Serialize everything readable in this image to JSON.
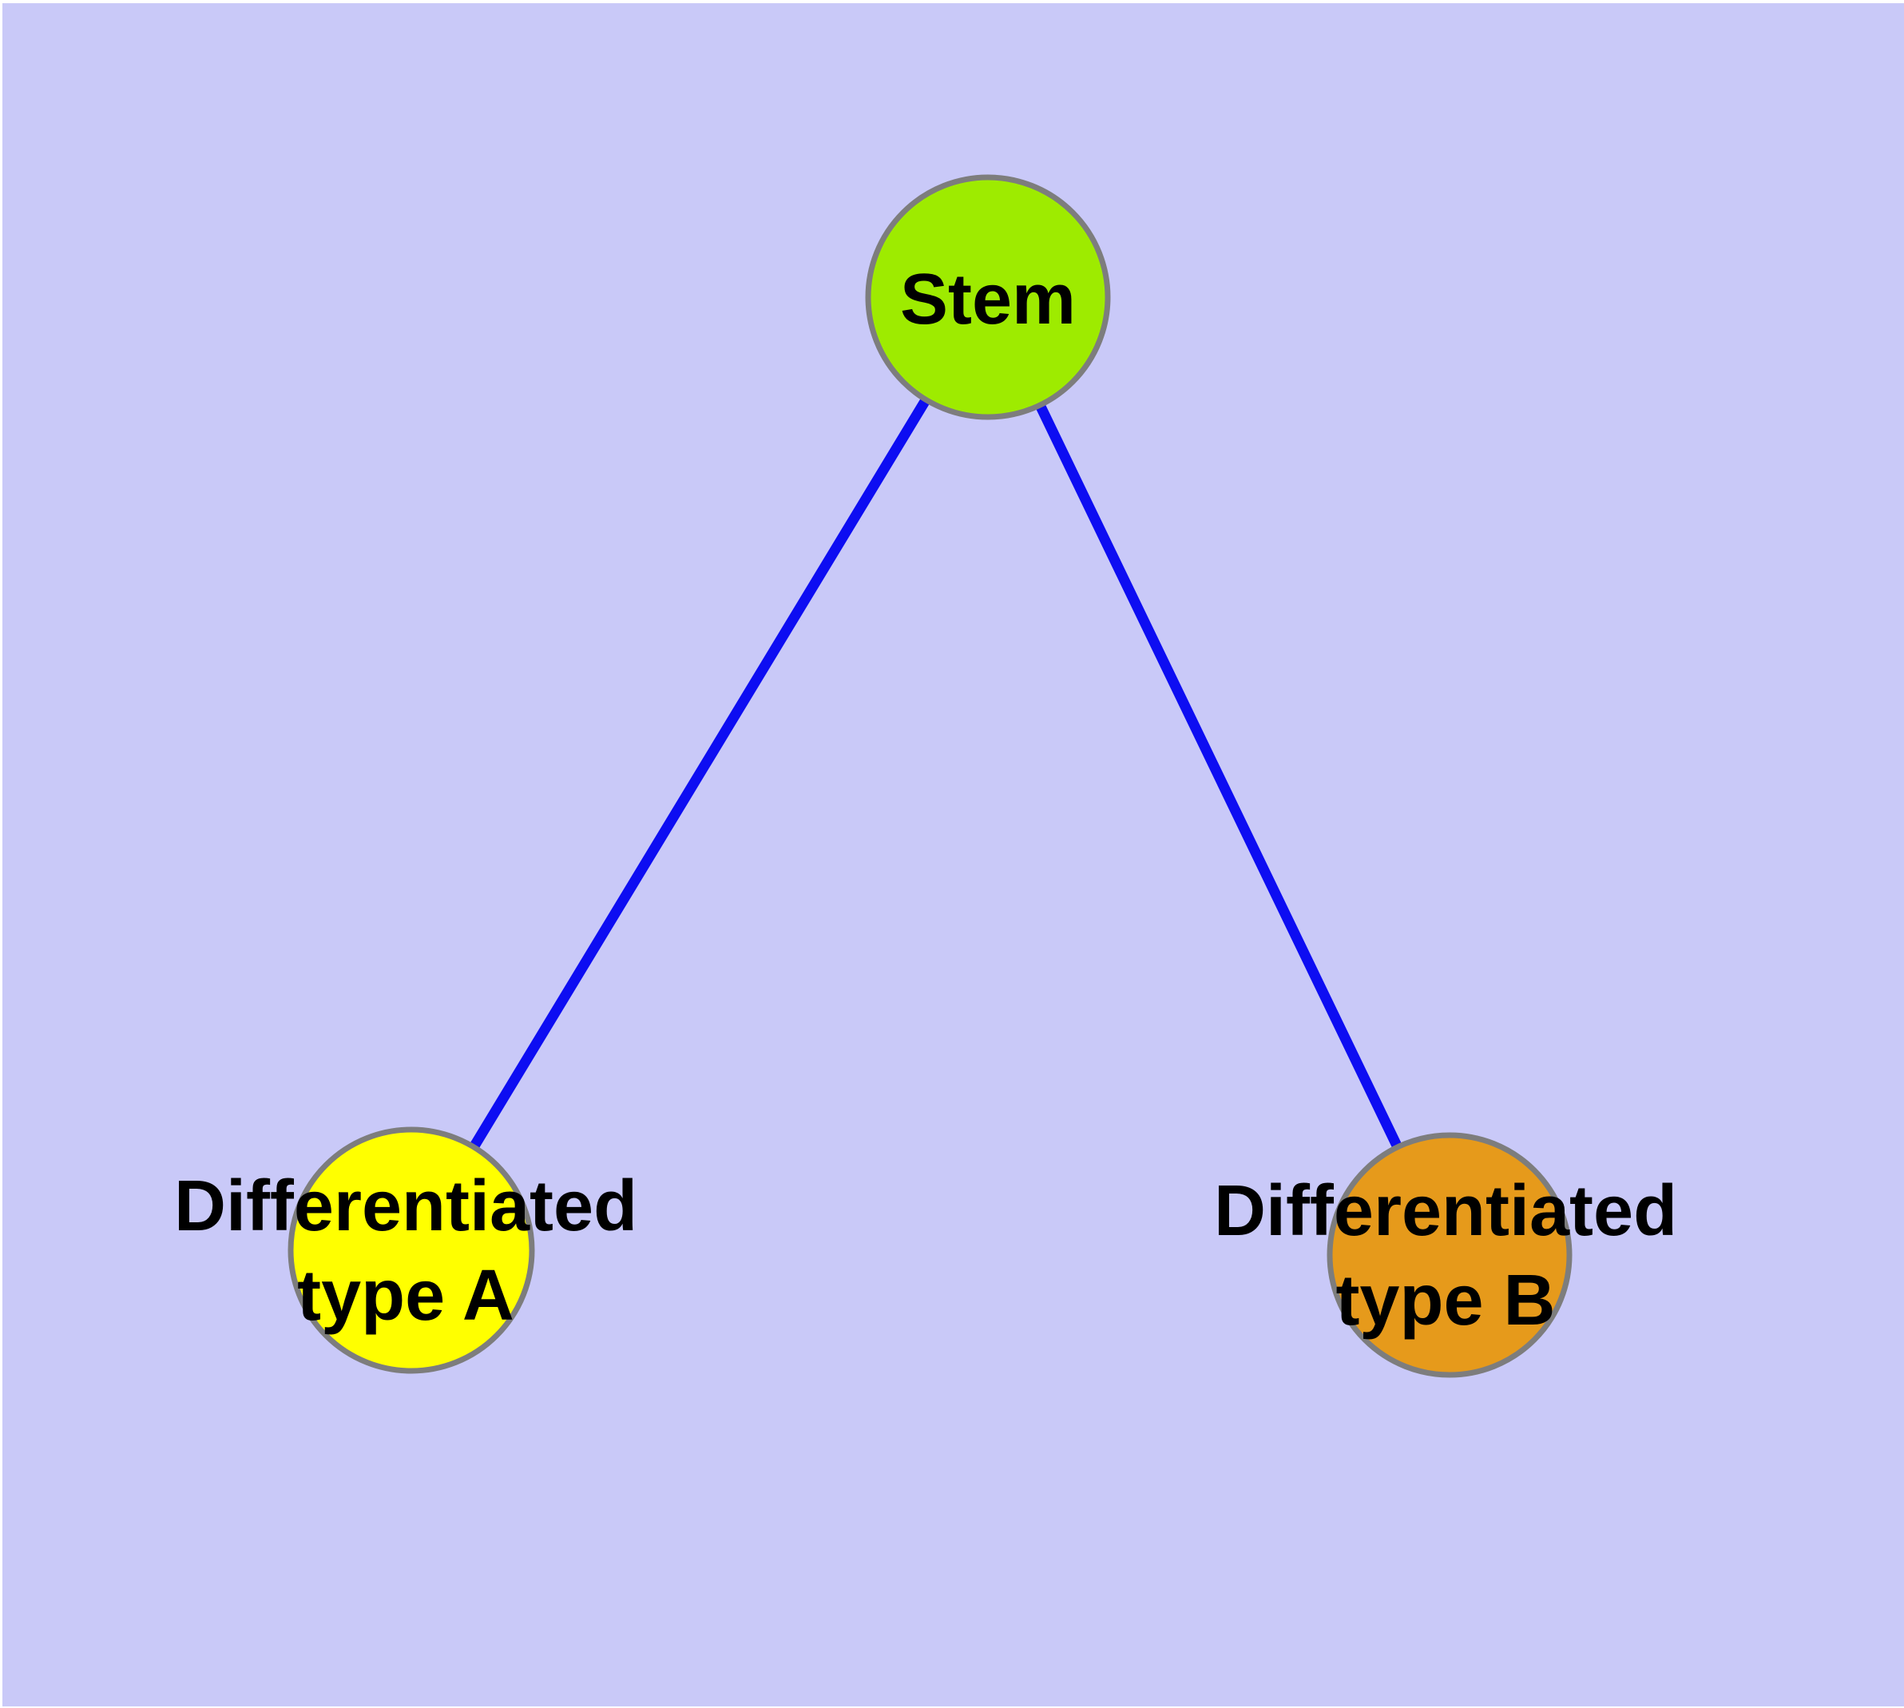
{
  "diagram": {
    "background_color": "#C9C9F8",
    "margin_color": "#FFFFFF",
    "edge_color": "#0D0DF2",
    "node_border_color": "#7D7D7D",
    "label_color": "#000000",
    "nodes": [
      {
        "id": "stem",
        "label": "Stem",
        "fill": "#9EEB00"
      },
      {
        "id": "differentiated-type-a",
        "label": "Differentiated\ntype A",
        "fill": "#FFFF00"
      },
      {
        "id": "differentiated-type-b",
        "label": "Differentiated\ntype B",
        "fill": "#E69A1B"
      }
    ],
    "edges": [
      {
        "from": "stem",
        "to": "differentiated-type-a"
      },
      {
        "from": "stem",
        "to": "differentiated-type-b"
      }
    ]
  }
}
